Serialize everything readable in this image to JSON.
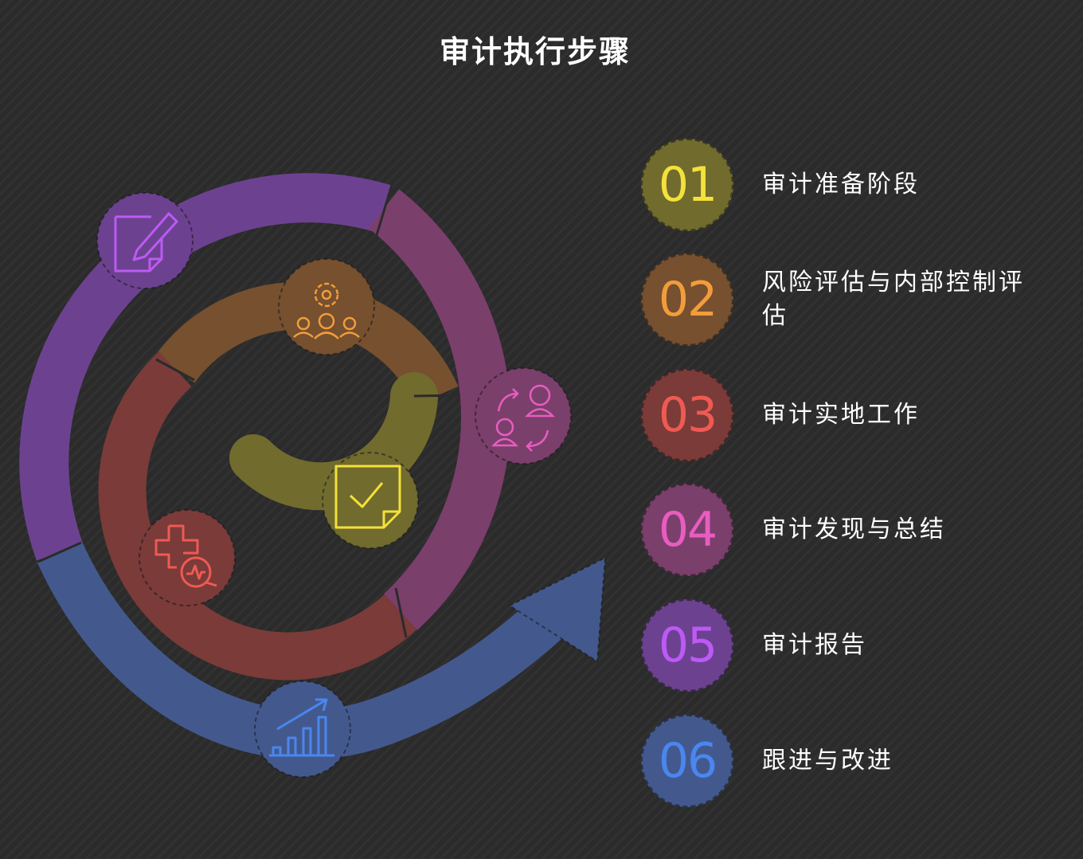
{
  "title": "审计执行步骤",
  "steps": [
    {
      "number": "01",
      "label": "审计准备阶段",
      "color": "#716b2e",
      "text_color": "#f4e13a"
    },
    {
      "number": "02",
      "label": "风险评估与内部控制评估",
      "color": "#76502f",
      "text_color": "#f39c3b"
    },
    {
      "number": "03",
      "label": "审计实地工作",
      "color": "#7a3b39",
      "text_color": "#ef5a52"
    },
    {
      "number": "04",
      "label": "审计发现与总结",
      "color": "#7b3f6c",
      "text_color": "#e85dbf"
    },
    {
      "number": "05",
      "label": "审计报告",
      "color": "#6c4290",
      "text_color": "#bd59f5"
    },
    {
      "number": "06",
      "label": "跟进与改进",
      "color": "#43598e",
      "text_color": "#4a86ef"
    }
  ],
  "icons": {
    "step1": "document-pen-icon",
    "step2": "gear-team-icon",
    "step3": "medical-analysis-icon",
    "step4": "user-exchange-icon",
    "step5": "checked-note-icon",
    "step6": "growth-chart-icon"
  }
}
